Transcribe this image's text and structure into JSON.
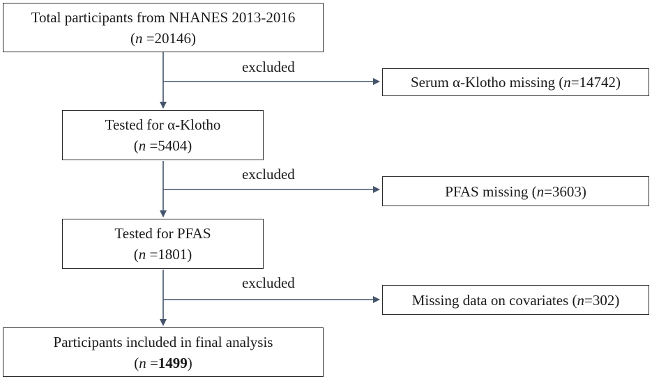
{
  "n_symbol": "n",
  "n_eq": " =",
  "main_steps": [
    {
      "title": "Total participants from NHANES 2013-2016",
      "count": "20146"
    },
    {
      "title": "Tested for α-Klotho",
      "count": "5404"
    },
    {
      "title": "Tested for PFAS",
      "count": "1801"
    },
    {
      "title": "Participants included in final analysis",
      "count": "1499"
    }
  ],
  "exclusions": [
    {
      "label": "excluded",
      "reason": "Serum α-Klotho missing",
      "count": "14742"
    },
    {
      "label": "excluded",
      "reason": "PFAS missing",
      "count": "3603"
    },
    {
      "label": "excluded",
      "reason": "Missing data on covariates",
      "count": "302"
    }
  ],
  "colors": {
    "connector": "#44546a",
    "box_border": "#2b2b2b",
    "text": "#1a1a1a"
  }
}
